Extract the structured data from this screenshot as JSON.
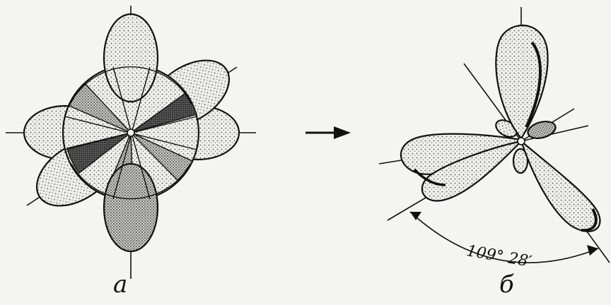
{
  "figure": {
    "label_a": "а",
    "label_b": "б",
    "angle_label": "109° 28′"
  },
  "colors": {
    "ink": "#111111",
    "paper": "#f4f4f2",
    "shade": "#8a8a8a"
  },
  "icons": {
    "arrow": "right-arrow-icon"
  }
}
